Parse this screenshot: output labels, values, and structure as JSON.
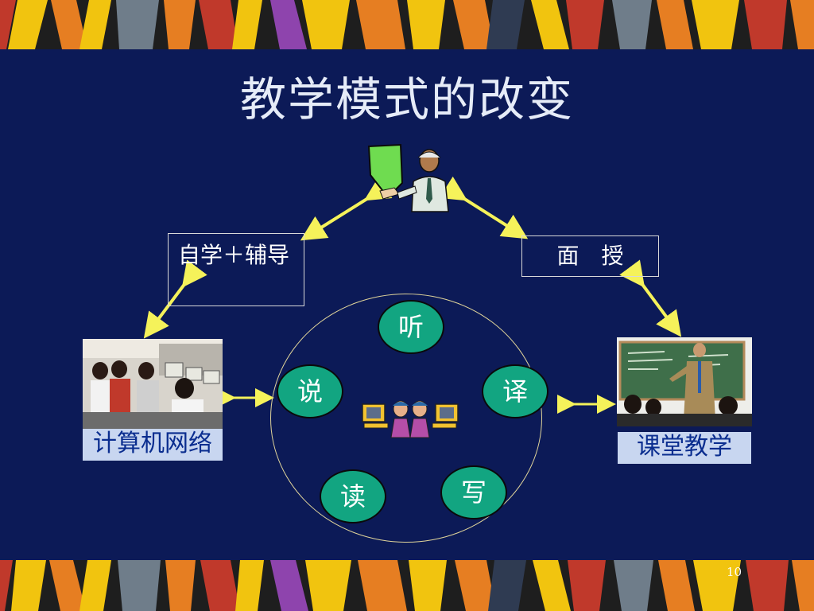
{
  "slide": {
    "title": "教学模式的改变",
    "self_study_box": "自学＋辅导",
    "face_teaching_box": "面　授",
    "network_caption": "计算机网络",
    "classroom_caption": "课堂教学",
    "skills": {
      "listen": "听",
      "speak": "说",
      "translate": "译",
      "read": "读",
      "write": "写"
    },
    "page_number": "10"
  },
  "colors": {
    "background": "#0c1a57",
    "arrow": "#f5f25a",
    "skill_fill": "#12a581",
    "caption_fill": "#c8d6f0",
    "caption_text": "#0a2d8f"
  },
  "icons": {
    "teacher": "teacher-with-board-icon",
    "students": "students-at-computers-icon"
  }
}
